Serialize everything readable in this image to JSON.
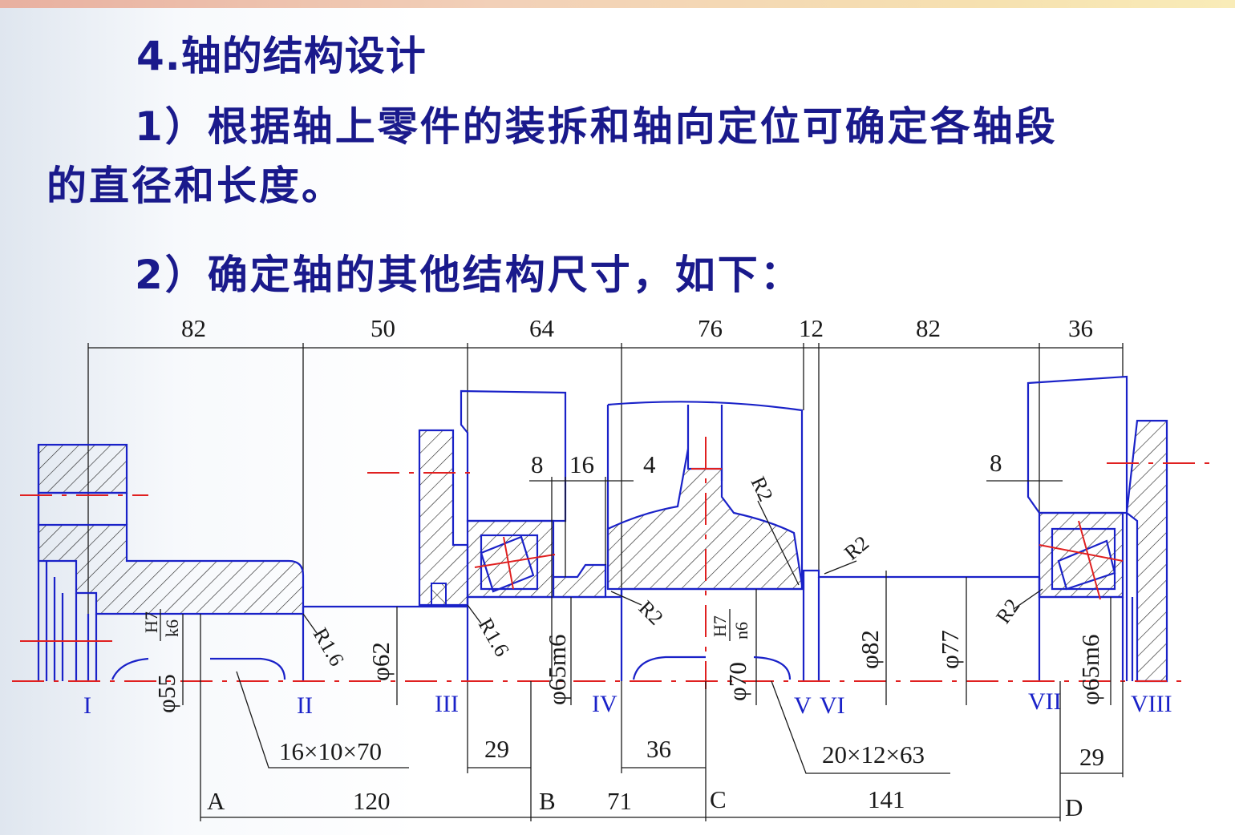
{
  "heading": "4.轴的结构设计",
  "para1_line1": "1）根据轴上零件的装拆和轴向定位可确定各轴段",
  "para1_line2": "的直径和长度。",
  "para2": "2）确定轴的其他结构尺寸，如下：",
  "drawing": {
    "top_dims": [
      "82",
      "50",
      "64",
      "76",
      "12",
      "82",
      "36"
    ],
    "gap_dims": [
      "8",
      "16",
      "4",
      "8"
    ],
    "radii": [
      "R1.6",
      "R1.6",
      "R2",
      "R2",
      "R2",
      "R2"
    ],
    "diameters": [
      "φ55",
      "φ62",
      "φ65m6",
      "φ70",
      "φ82",
      "φ77",
      "φ65m6"
    ],
    "fits": [
      {
        "num": "H7",
        "den": "k6"
      },
      {
        "num": "H7",
        "den": "n6"
      }
    ],
    "sections": [
      "I",
      "II",
      "III",
      "IV",
      "V",
      "VI",
      "VII",
      "VIII"
    ],
    "keys": [
      "16×10×70",
      "20×12×63"
    ],
    "bottom_dims": [
      "29",
      "36",
      "29"
    ],
    "span_dims": [
      "120",
      "71",
      "141"
    ],
    "points": [
      "A",
      "B",
      "C",
      "D"
    ]
  }
}
